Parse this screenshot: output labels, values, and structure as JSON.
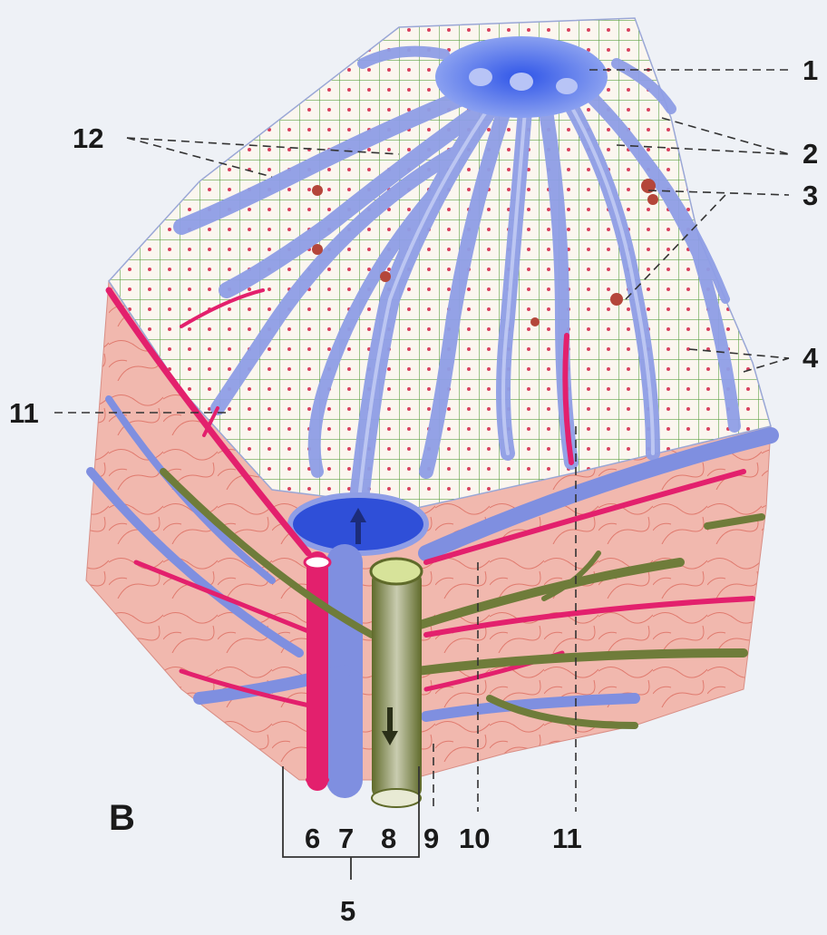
{
  "panel_letter": "B",
  "labels": {
    "l1": "1",
    "l2": "2",
    "l3": "3",
    "l4": "4",
    "l5": "5",
    "l6": "6",
    "l7": "7",
    "l8": "8",
    "l9": "9",
    "l10": "10",
    "l11_left": "11",
    "l11_bottom": "11",
    "l12": "12"
  },
  "colors": {
    "background": "#eef1f6",
    "central_vein": "#4a66e0",
    "sinusoid": "#8f9ee6",
    "hepatocyte_fill": "#fbf6ef",
    "bile_canaliculi": "#4e9a3a",
    "artery": "#e3206d",
    "portal_vein": "#7f8fe0",
    "bile_duct": "#6f7c3a",
    "connective_tissue": "#f0b3ad"
  }
}
